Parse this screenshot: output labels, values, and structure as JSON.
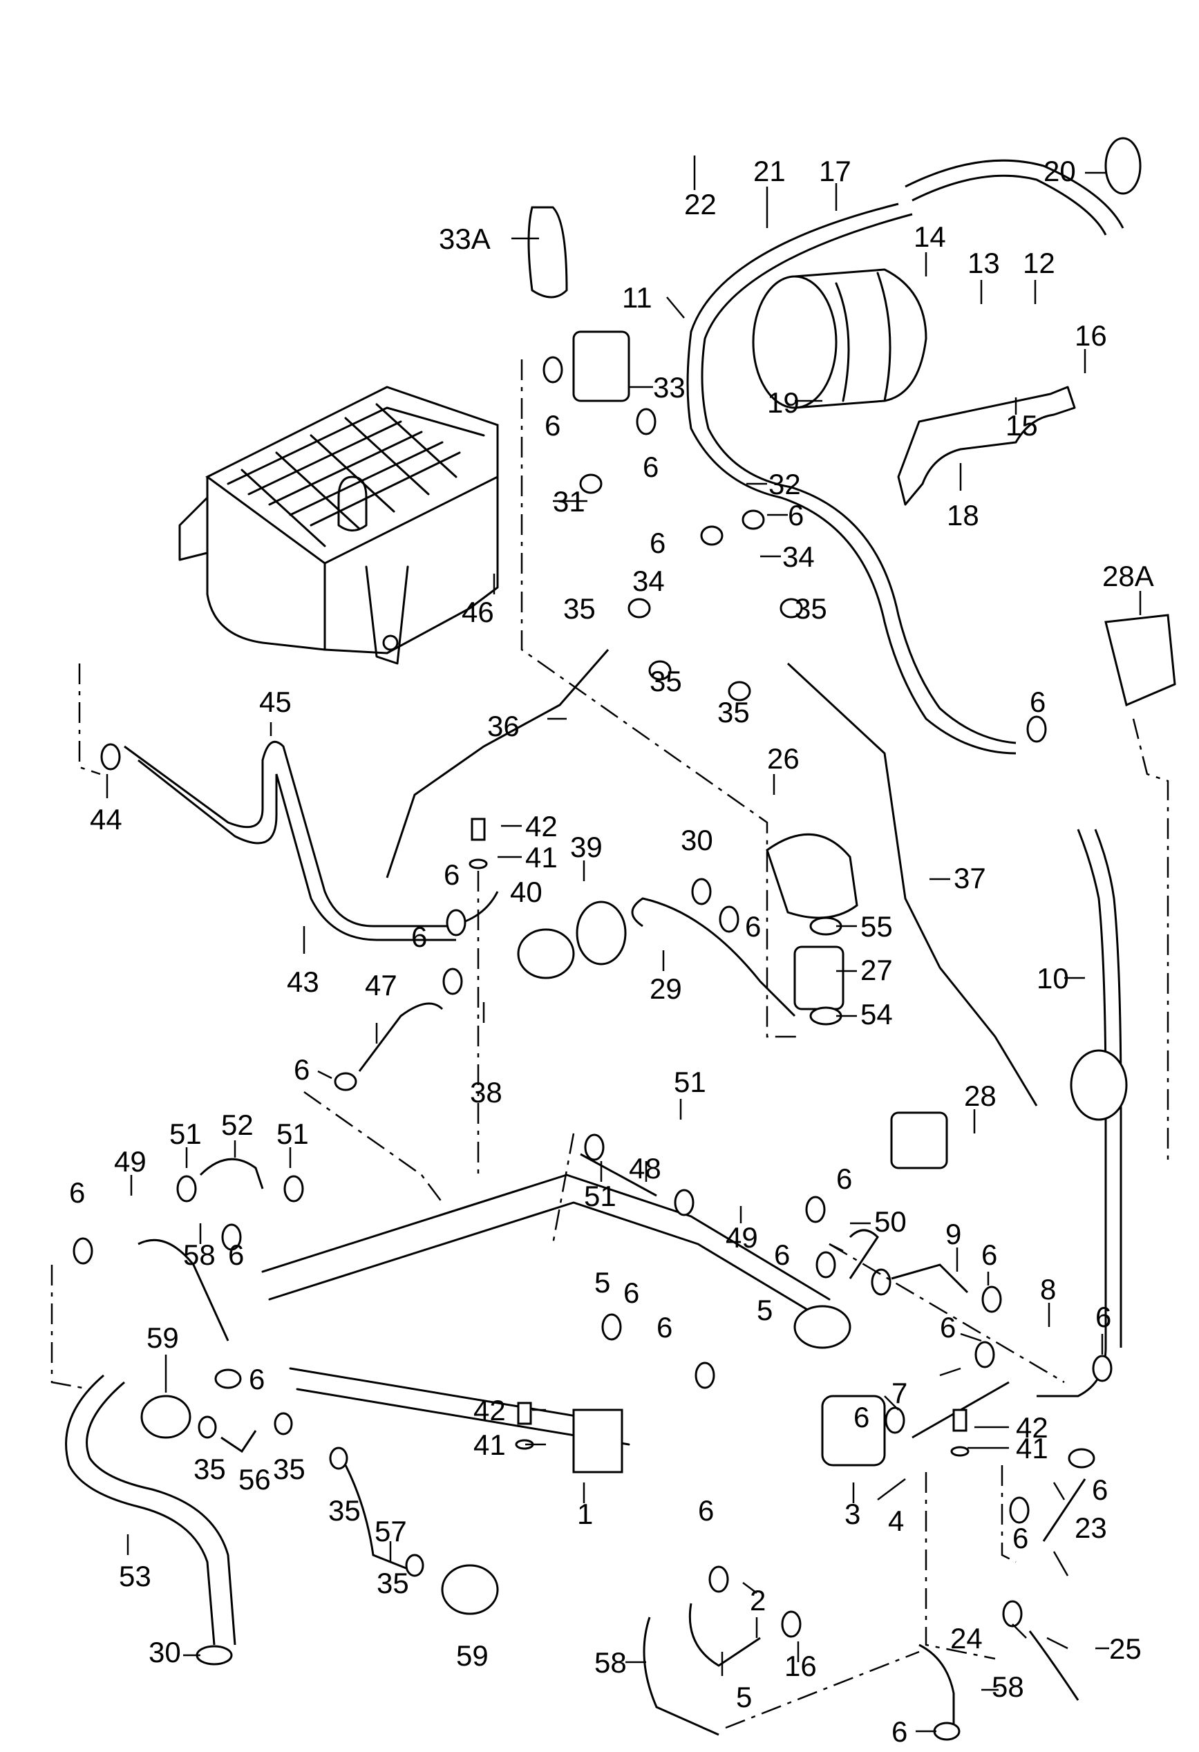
{
  "diagram": {
    "type": "exploded-parts-diagram",
    "description": "Vacuum / breather hose routing parts diagram",
    "line_color": "#000000",
    "background": "#ffffff"
  },
  "callouts": [
    {
      "id": "c33A",
      "label": "33A"
    },
    {
      "id": "c22",
      "label": "22"
    },
    {
      "id": "c21",
      "label": "21"
    },
    {
      "id": "c17",
      "label": "17"
    },
    {
      "id": "c20",
      "label": "20"
    },
    {
      "id": "c14",
      "label": "14"
    },
    {
      "id": "c13",
      "label": "13"
    },
    {
      "id": "c12",
      "label": "12"
    },
    {
      "id": "c11",
      "label": "11"
    },
    {
      "id": "c16a",
      "label": "16"
    },
    {
      "id": "c33",
      "label": "33"
    },
    {
      "id": "c6a",
      "label": "6"
    },
    {
      "id": "c19",
      "label": "19"
    },
    {
      "id": "c15",
      "label": "15"
    },
    {
      "id": "c6b",
      "label": "6"
    },
    {
      "id": "c31",
      "label": "31"
    },
    {
      "id": "c32",
      "label": "32"
    },
    {
      "id": "c18",
      "label": "18"
    },
    {
      "id": "c6c",
      "label": "6"
    },
    {
      "id": "c6d",
      "label": "6"
    },
    {
      "id": "c34a",
      "label": "34"
    },
    {
      "id": "c34b",
      "label": "34"
    },
    {
      "id": "c35a",
      "label": "35"
    },
    {
      "id": "c35b",
      "label": "35"
    },
    {
      "id": "c28A",
      "label": "28A"
    },
    {
      "id": "c35c",
      "label": "35"
    },
    {
      "id": "c35d",
      "label": "35"
    },
    {
      "id": "c46",
      "label": "46"
    },
    {
      "id": "c36",
      "label": "36"
    },
    {
      "id": "c45",
      "label": "45"
    },
    {
      "id": "c6e",
      "label": "6"
    },
    {
      "id": "c26",
      "label": "26"
    },
    {
      "id": "c42a",
      "label": "42"
    },
    {
      "id": "c44",
      "label": "44"
    },
    {
      "id": "c41a",
      "label": "41"
    },
    {
      "id": "c39",
      "label": "39"
    },
    {
      "id": "c30a",
      "label": "30"
    },
    {
      "id": "c37",
      "label": "37"
    },
    {
      "id": "c6f",
      "label": "6"
    },
    {
      "id": "c40",
      "label": "40"
    },
    {
      "id": "c6g",
      "label": "6"
    },
    {
      "id": "c55",
      "label": "55"
    },
    {
      "id": "c43",
      "label": "43"
    },
    {
      "id": "c10",
      "label": "10"
    },
    {
      "id": "c6h",
      "label": "6"
    },
    {
      "id": "c29",
      "label": "29"
    },
    {
      "id": "c27",
      "label": "27"
    },
    {
      "id": "c47",
      "label": "47"
    },
    {
      "id": "c54",
      "label": "54"
    },
    {
      "id": "c38",
      "label": "38"
    },
    {
      "id": "c6i",
      "label": "6"
    },
    {
      "id": "c51a",
      "label": "51"
    },
    {
      "id": "c28",
      "label": "28"
    },
    {
      "id": "c52",
      "label": "52"
    },
    {
      "id": "c51b",
      "label": "51"
    },
    {
      "id": "c51c",
      "label": "51"
    },
    {
      "id": "c51d",
      "label": "51"
    },
    {
      "id": "c48",
      "label": "48"
    },
    {
      "id": "c49a",
      "label": "49"
    },
    {
      "id": "c6j",
      "label": "6"
    },
    {
      "id": "c49b",
      "label": "49"
    },
    {
      "id": "c6k",
      "label": "6"
    },
    {
      "id": "c50",
      "label": "50"
    },
    {
      "id": "c58a",
      "label": "58"
    },
    {
      "id": "c6l",
      "label": "6"
    },
    {
      "id": "c9",
      "label": "9"
    },
    {
      "id": "c6m",
      "label": "6"
    },
    {
      "id": "c6n",
      "label": "6"
    },
    {
      "id": "c5a",
      "label": "5"
    },
    {
      "id": "c6o",
      "label": "6"
    },
    {
      "id": "c5b",
      "label": "5"
    },
    {
      "id": "c8",
      "label": "8"
    },
    {
      "id": "c6p",
      "label": "6"
    },
    {
      "id": "c59a",
      "label": "59"
    },
    {
      "id": "c6q",
      "label": "6"
    },
    {
      "id": "c6r",
      "label": "6"
    },
    {
      "id": "c6s",
      "label": "6"
    },
    {
      "id": "c7",
      "label": "7"
    },
    {
      "id": "c6t",
      "label": "6"
    },
    {
      "id": "c42b",
      "label": "42"
    },
    {
      "id": "c35e",
      "label": "35"
    },
    {
      "id": "c56",
      "label": "56"
    },
    {
      "id": "c35f",
      "label": "35"
    },
    {
      "id": "c42c",
      "label": "42"
    },
    {
      "id": "c41b",
      "label": "41"
    },
    {
      "id": "c41c",
      "label": "41"
    },
    {
      "id": "c6u",
      "label": "6"
    },
    {
      "id": "c35g",
      "label": "35"
    },
    {
      "id": "c1",
      "label": "1"
    },
    {
      "id": "c3",
      "label": "3"
    },
    {
      "id": "c23",
      "label": "23"
    },
    {
      "id": "c6v",
      "label": "6"
    },
    {
      "id": "c57",
      "label": "57"
    },
    {
      "id": "c2",
      "label": "2"
    },
    {
      "id": "c4",
      "label": "4"
    },
    {
      "id": "c6w",
      "label": "6"
    },
    {
      "id": "c53",
      "label": "53"
    },
    {
      "id": "c35h",
      "label": "35"
    },
    {
      "id": "c24",
      "label": "24"
    },
    {
      "id": "c58b",
      "label": "58"
    },
    {
      "id": "c16b",
      "label": "16"
    },
    {
      "id": "c25",
      "label": "25"
    },
    {
      "id": "c30b",
      "label": "30"
    },
    {
      "id": "c59b",
      "label": "59"
    },
    {
      "id": "c58c",
      "label": "58"
    },
    {
      "id": "c5c",
      "label": "5"
    },
    {
      "id": "c6x",
      "label": "6"
    }
  ]
}
